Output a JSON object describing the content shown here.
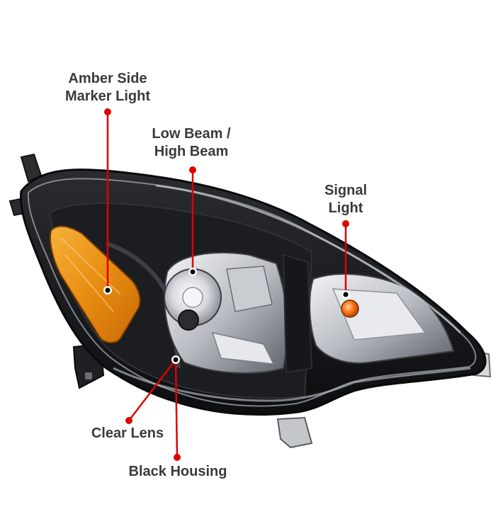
{
  "labels": {
    "amber_side_marker": {
      "line1": "Amber Side",
      "line2": "Marker Light"
    },
    "low_high_beam": {
      "line1": "Low Beam /",
      "line2": "High Beam"
    },
    "signal_light": {
      "line1": "Signal",
      "line2": "Light"
    },
    "clear_lens": {
      "text": "Clear Lens"
    },
    "black_housing": {
      "text": "Black Housing"
    }
  },
  "colors": {
    "leader_line": "#e00000",
    "label_text": "#3a3a3a",
    "housing": "#141518",
    "amber": "#e8900f",
    "chrome": "#cfd2d6"
  }
}
